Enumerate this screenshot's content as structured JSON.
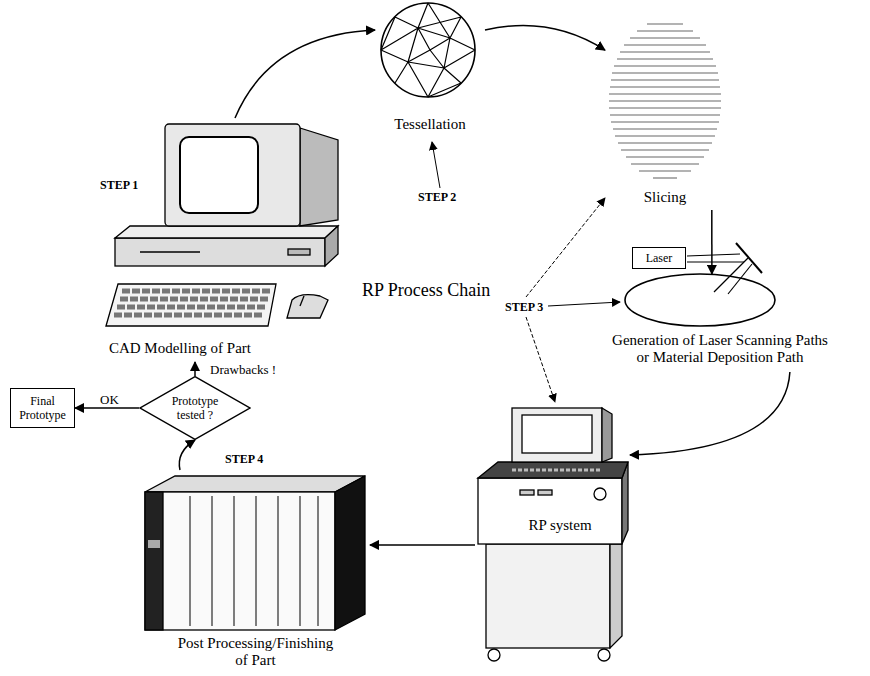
{
  "diagram": {
    "title": "RP Process Chain",
    "nodes": [
      {
        "text": [
          "CAD Modelling of Part"
        ]
      },
      {
        "text": [
          "Tessellation"
        ]
      },
      {
        "text": [
          "Slicing"
        ]
      },
      {
        "text": [
          "Generation of Laser Scanning Paths or Material Deposition Path"
        ]
      },
      {
        "text": [
          "RP system"
        ]
      },
      {
        "text": [
          "Post Processing/Finishing of Part"
        ]
      },
      {
        "text": [
          "Prototype tested ?"
        ]
      },
      {
        "text": [
          "Final Prototype"
        ]
      },
      {
        "text": [
          "Laser"
        ]
      }
    ],
    "edges": [
      {
        "from": 0,
        "to": 1,
        "arrow": "to"
      },
      {
        "from": 1,
        "to": 2,
        "arrow": "to"
      },
      {
        "from": 2,
        "to": 3,
        "arrow": "to"
      },
      {
        "from": 3,
        "to": 4,
        "arrow": "to"
      },
      {
        "from": 4,
        "to": 5,
        "arrow": "to"
      },
      {
        "from": 5,
        "to": 6,
        "arrow": "to"
      },
      {
        "from": 6,
        "to": 0,
        "label": "Drawbacks !",
        "arrow": "to"
      },
      {
        "from": 6,
        "to": 7,
        "label": "OK",
        "arrow": "to"
      }
    ],
    "labels": [
      "STEP 1",
      "STEP 2",
      "STEP 3",
      "STEP 4"
    ]
  }
}
